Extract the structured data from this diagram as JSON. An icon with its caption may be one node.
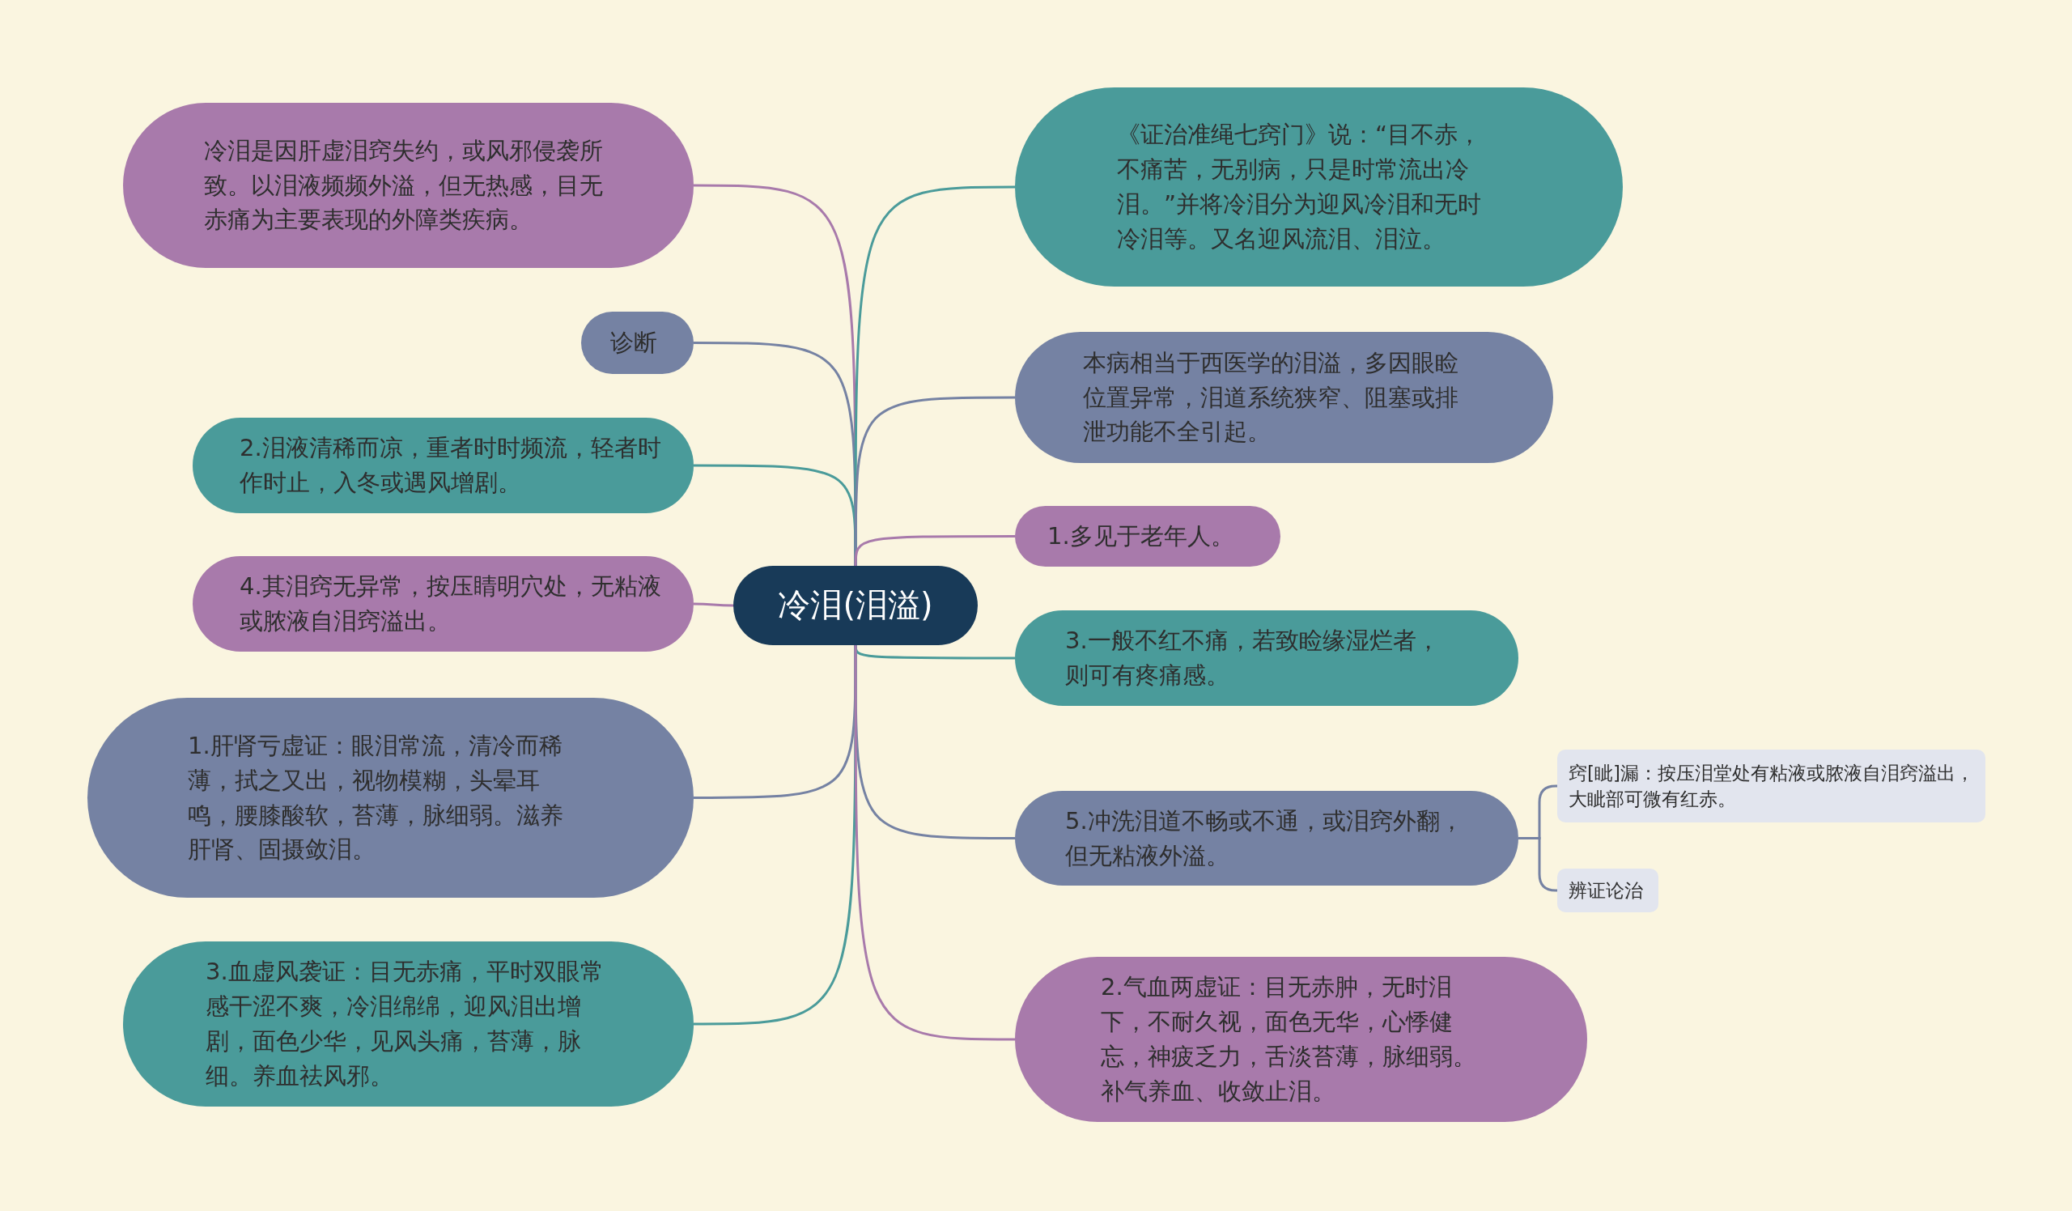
{
  "diagram": {
    "nodes": [
      {
        "text": [
          "冷泪(泪溢)"
        ]
      },
      {
        "text": [
          "冷泪是因肝虚泪窍失约，或风邪侵袭所致。以泪液频频外溢，但无热感，目无赤痛为主要表现的外障类疾病。"
        ]
      },
      {
        "text": [
          "诊断"
        ]
      },
      {
        "text": [
          "2.泪液清稀而凉，重者时时频流，轻者时作时止，入冬或遇风增剧。"
        ]
      },
      {
        "text": [
          "4.其泪窍无异常，按压睛明穴处，无粘液或脓液自泪窍溢出。"
        ]
      },
      {
        "text": [
          "1.肝肾亏虚证：眼泪常流，清冷而稀薄，拭之又出，视物模糊，头晕耳鸣，腰膝酸软，苔薄，脉细弱。滋养肝肾、固摄敛泪。"
        ]
      },
      {
        "text": [
          "3.血虚风袭证：目无赤痛，平时双眼常感干涩不爽，冷泪绵绵，迎风泪出增剧，面色少华，见风头痛，苔薄，脉细。养血祛风邪。"
        ]
      },
      {
        "text": [
          "《证治准绳七窍门》说：“目不赤，不痛苦，无别病，只是时常流出冷泪。”并将冷泪分为迎风冷泪和无时冷泪等。又名迎风流泪、泪泣。"
        ]
      },
      {
        "text": [
          "本病相当于西医学的泪溢，多因眼睑位置异常，泪道系统狭窄、阻塞或排泄功能不全引起。"
        ]
      },
      {
        "text": [
          "1.多见于老年人。"
        ]
      },
      {
        "text": [
          "3.一般不红不痛，若致睑缘湿烂者，则可有疼痛感。"
        ]
      },
      {
        "text": [
          "5.冲洗泪道不畅或不通，或泪窍外翻，但无粘液外溢。"
        ]
      },
      {
        "text": [
          "窍[眦]漏：按压泪堂处有粘液或脓液自泪窍溢出，大眦部可微有红赤。"
        ]
      },
      {
        "text": [
          "辨证论治"
        ]
      },
      {
        "text": [
          "2.气血两虚证：目无赤肿，无时泪下，不耐久视，面色无华，心悸健忘，神疲乏力，舌淡苔薄，脉细弱。补气养血、收敛止泪。"
        ]
      }
    ],
    "edges": [
      {
        "from": 0,
        "to": 1,
        "arrow": "none",
        "color": "#a87aab"
      },
      {
        "from": 0,
        "to": 2,
        "arrow": "none",
        "color": "#7582a3"
      },
      {
        "from": 0,
        "to": 3,
        "arrow": "none",
        "color": "#4a9b9a"
      },
      {
        "from": 0,
        "to": 4,
        "arrow": "none",
        "color": "#a87aab"
      },
      {
        "from": 0,
        "to": 5,
        "arrow": "none",
        "color": "#7582a3"
      },
      {
        "from": 0,
        "to": 6,
        "arrow": "none",
        "color": "#4a9b9a"
      },
      {
        "from": 0,
        "to": 7,
        "arrow": "none",
        "color": "#4a9b9a"
      },
      {
        "from": 0,
        "to": 8,
        "arrow": "none",
        "color": "#7582a3"
      },
      {
        "from": 0,
        "to": 9,
        "arrow": "none",
        "color": "#a87aab"
      },
      {
        "from": 0,
        "to": 10,
        "arrow": "none",
        "color": "#4a9b9a"
      },
      {
        "from": 0,
        "to": 11,
        "arrow": "none",
        "color": "#7582a3"
      },
      {
        "from": 11,
        "to": 12,
        "arrow": "none",
        "color": "#7582a3"
      },
      {
        "from": 11,
        "to": 13,
        "arrow": "none",
        "color": "#7582a3"
      },
      {
        "from": 0,
        "to": 14,
        "arrow": "none",
        "color": "#a87aab"
      }
    ]
  }
}
